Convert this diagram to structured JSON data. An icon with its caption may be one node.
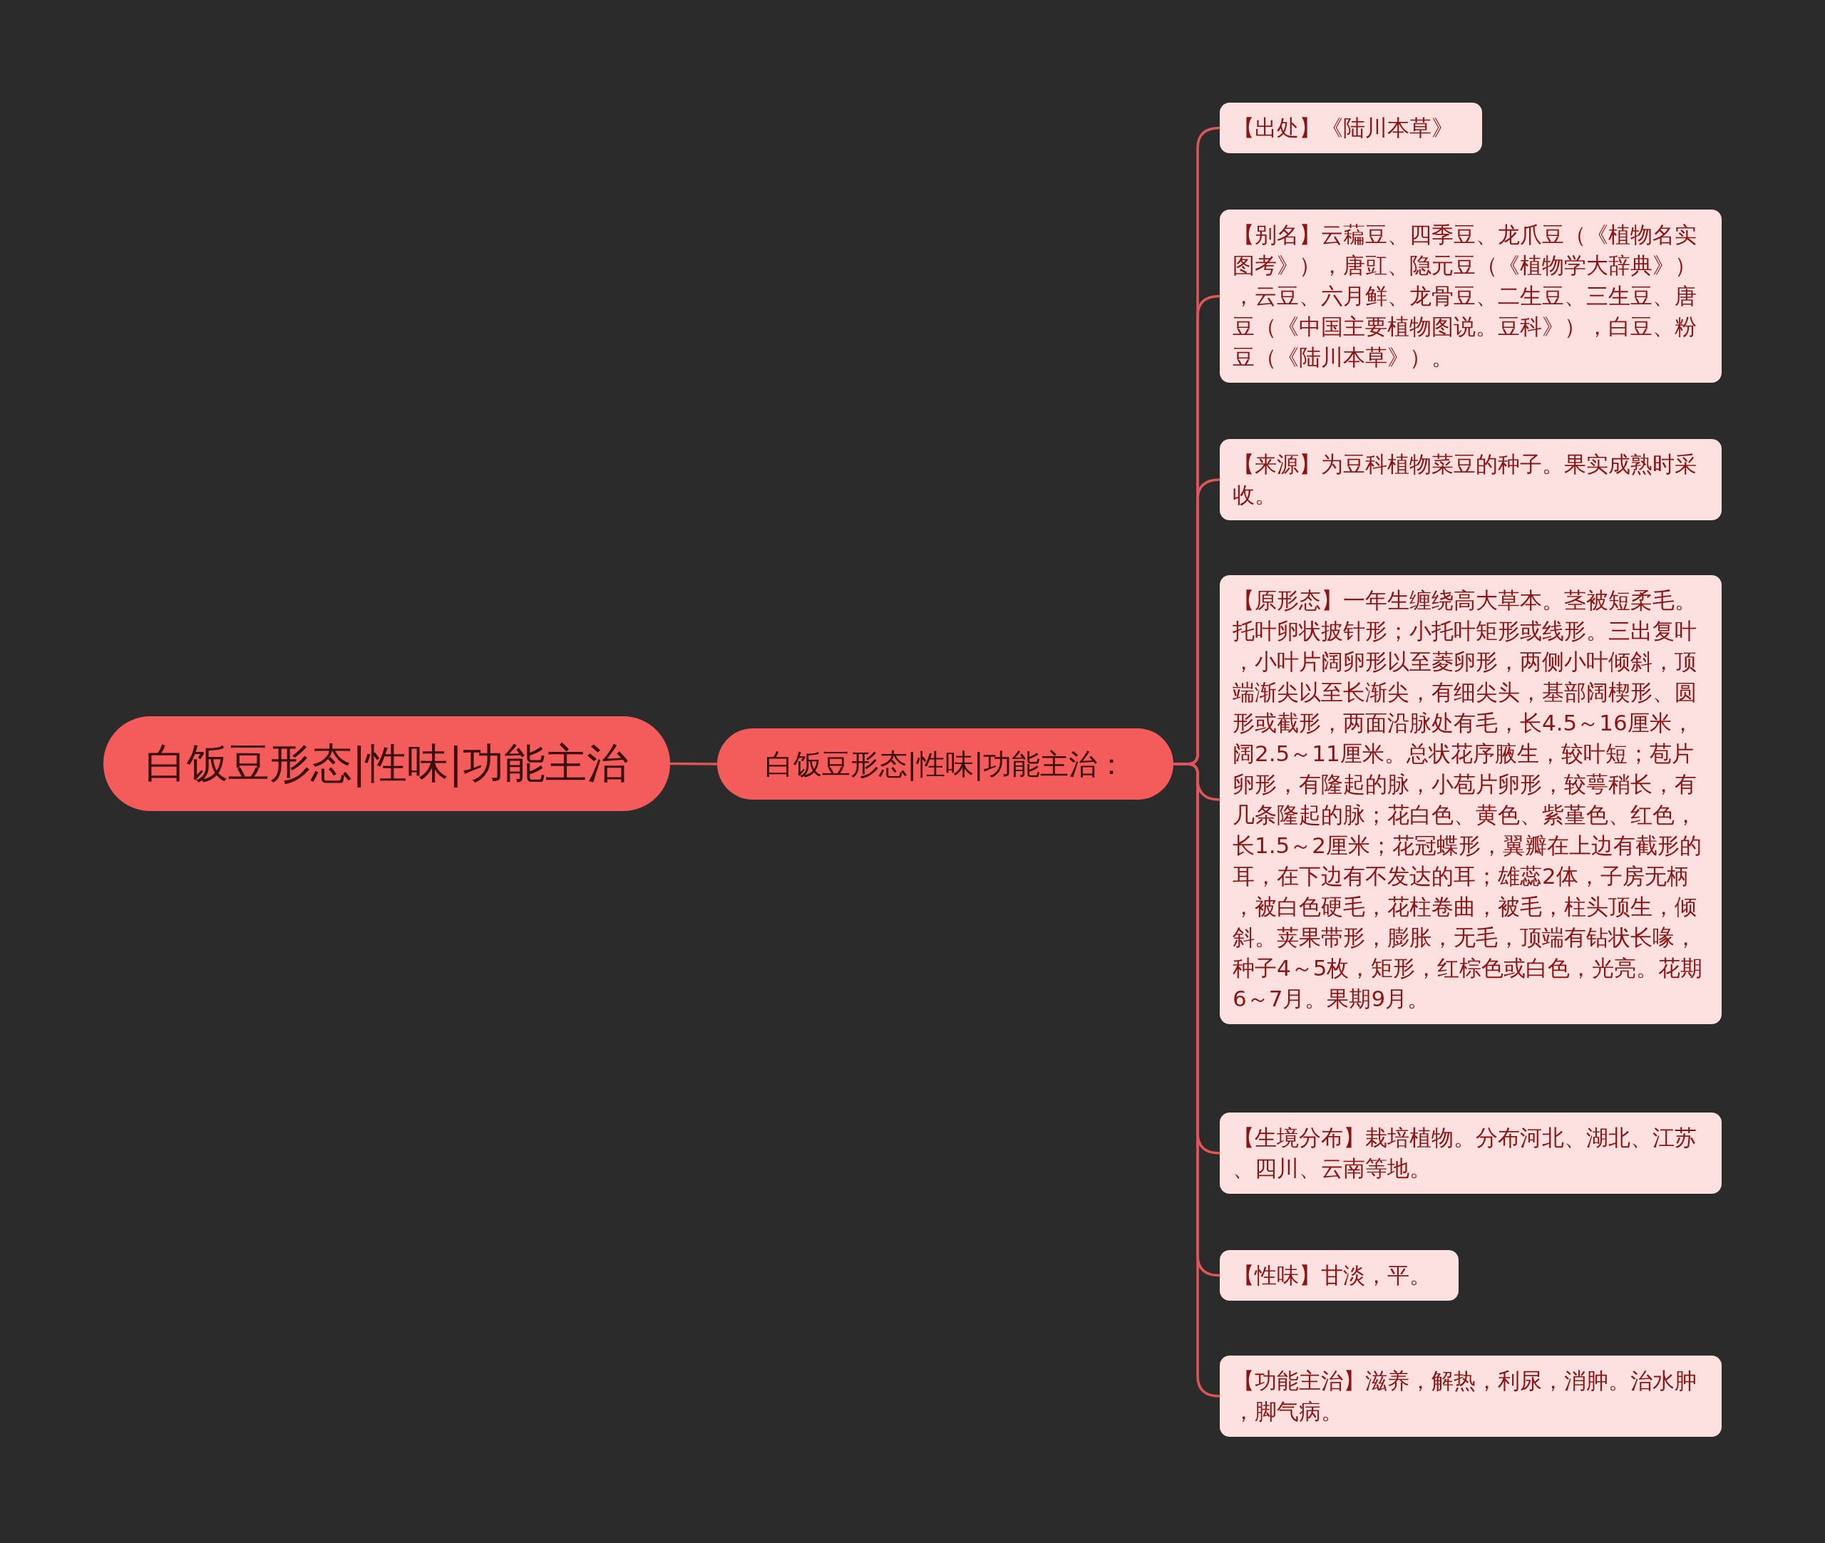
{
  "diagram": {
    "nodes": [
      {
        "text": [
          "白饭豆形态|性味|功能主治"
        ]
      },
      {
        "text": [
          "白饭豆形态|性味|功能主治："
        ]
      },
      {
        "text": [
          "【出处】《陆川本草》"
        ]
      },
      {
        "text": [
          "【别名】云藊豆、四季豆、龙爪豆（《植物名实图考》），唐豇、隐元豆（《植物学大辞典》），云豆、六月鲜、龙骨豆、二生豆、三生豆、唐豆（《中国主要植物图说。豆科》），白豆、粉豆（《陆川本草》）。"
        ]
      },
      {
        "text": [
          "【来源】为豆科植物菜豆的种子。果实成熟时采收。"
        ]
      },
      {
        "text": [
          "【原形态】一年生缠绕高大草本。茎被短柔毛。托叶卵状披针形；小托叶矩形或线形。三出复叶，小叶片阔卵形以至菱卵形，两侧小叶倾斜，顶端渐尖以至长渐尖，有细尖头，基部阔楔形、圆形或截形，两面沿脉处有毛，长4.5～16厘米，阔2.5～11厘米。总状花序腋生，较叶短；苞片卵形，有隆起的脉，小苞片卵形，较萼稍长，有几条隆起的脉；花白色、黄色、紫堇色、红色，长1.5～2厘米；花冠蝶形，翼瓣在上边有截形的耳，在下边有不发达的耳；雄蕊2体，子房无柄，被白色硬毛，花柱卷曲，被毛，柱头顶生，倾斜。荚果带形，膨胀，无毛，顶端有钻状长喙，种子4～5枚，矩形，红棕色或白色，光亮。花期6～7月。果期9月。"
        ]
      },
      {
        "text": [
          "【生境分布】栽培植物。分布河北、湖北、江苏、四川、云南等地。"
        ]
      },
      {
        "text": [
          "【性味】甘淡，平。"
        ]
      },
      {
        "text": [
          "【功能主治】滋养，解热，利尿，消肿。治水肿，脚气病。"
        ]
      }
    ],
    "edges": [
      {
        "from": 0,
        "to": 1,
        "arrow": "none"
      },
      {
        "from": 1,
        "to": 2,
        "arrow": "none"
      },
      {
        "from": 1,
        "to": 3,
        "arrow": "none"
      },
      {
        "from": 1,
        "to": 4,
        "arrow": "none"
      },
      {
        "from": 1,
        "to": 5,
        "arrow": "none"
      },
      {
        "from": 1,
        "to": 6,
        "arrow": "none"
      },
      {
        "from": 1,
        "to": 7,
        "arrow": "none"
      },
      {
        "from": 1,
        "to": 8,
        "arrow": "none"
      }
    ]
  }
}
